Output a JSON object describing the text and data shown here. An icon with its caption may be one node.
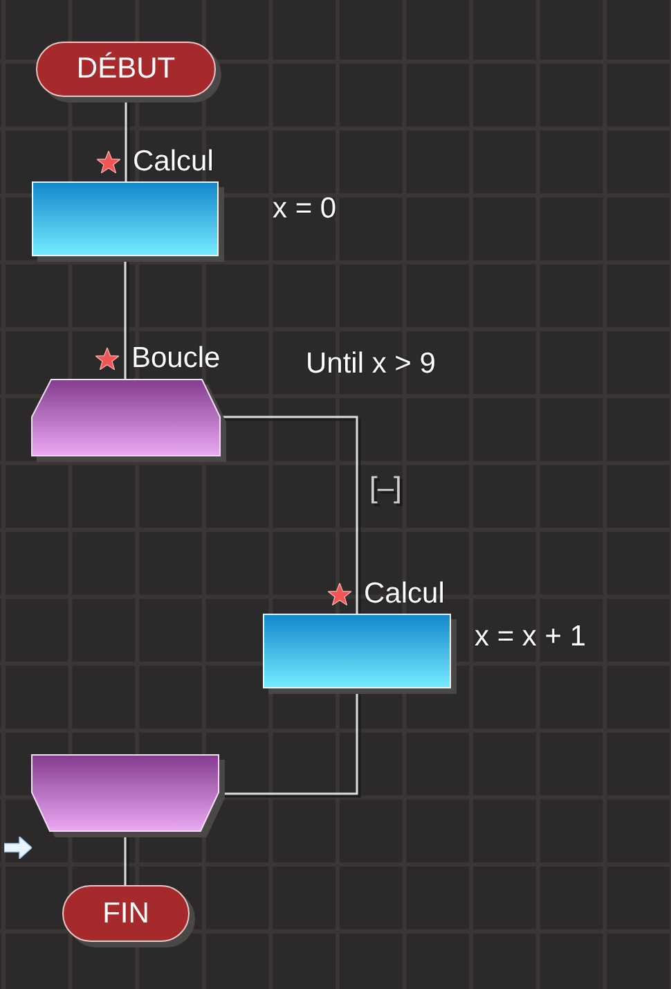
{
  "diagram": {
    "nodes": [
      {
        "text": [
          "DÉBUT"
        ]
      },
      {
        "text": [
          "Calcul"
        ],
        "beside": [
          "x = 0"
        ]
      },
      {
        "text": [
          "Boucle"
        ],
        "beside": [
          "Until x > 9"
        ]
      },
      {
        "text": [
          "Calcul"
        ],
        "beside": [
          "x = x + 1"
        ]
      },
      {
        "text": [],
        "shape": "trapezoid"
      },
      {
        "text": [
          "FIN"
        ]
      }
    ],
    "edges": [
      {
        "from": 0,
        "to": 1,
        "arrow": "none"
      },
      {
        "from": 1,
        "to": 2,
        "arrow": "none"
      },
      {
        "from": 2,
        "to": 3,
        "arrow": "none"
      },
      {
        "from": 3,
        "to": 4,
        "arrow": "none"
      },
      {
        "from": 4,
        "to": 5,
        "arrow": "none"
      }
    ],
    "labels": [
      "[–]"
    ]
  }
}
